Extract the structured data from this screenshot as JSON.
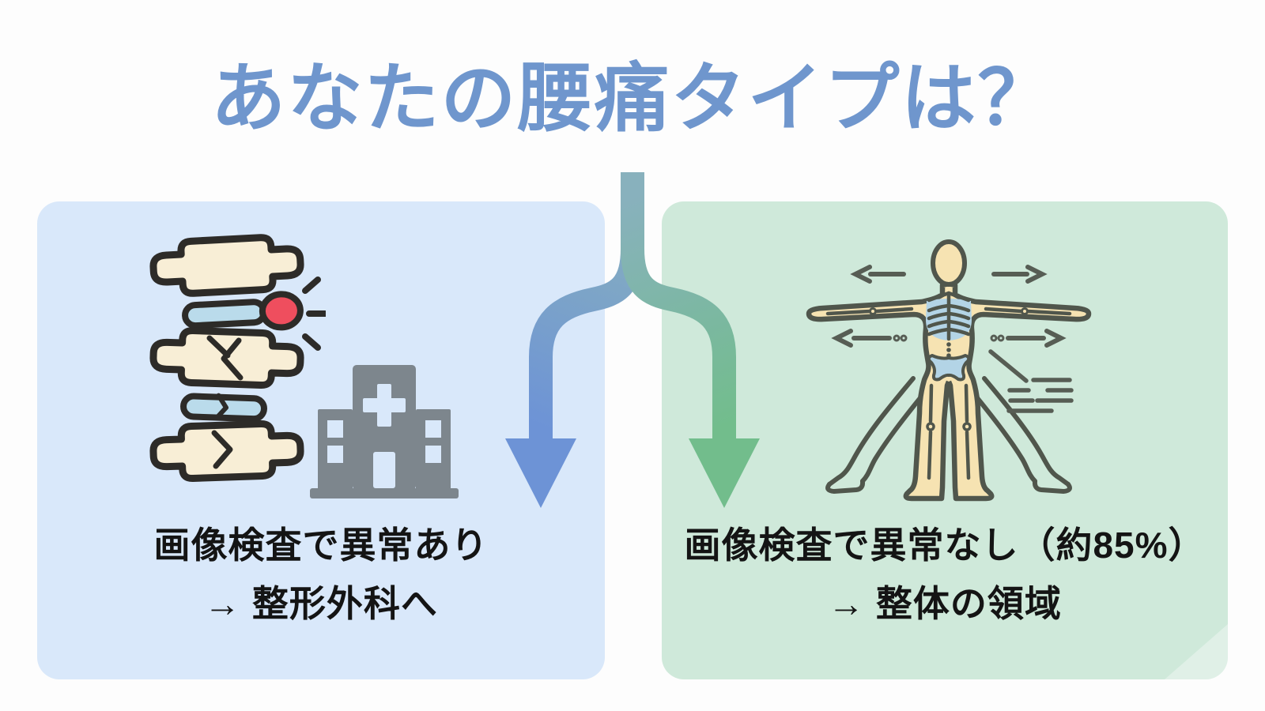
{
  "title": {
    "text": "あなたの腰痛タイプは？",
    "color": "#6f96cd"
  },
  "branch_arrow": {
    "stem_color": "#88b1bd",
    "left_branch_color": "#6d93d6",
    "right_branch_color": "#72bd8c"
  },
  "left_panel": {
    "background": "#d9e8fa",
    "icons": [
      "spine-hernia-icon",
      "hospital-icon"
    ],
    "text_line1": "画像検査で異常あり",
    "text_line2": "→ 整形外科へ"
  },
  "right_panel": {
    "background": "#cfe9da",
    "icons": [
      "body-balance-icon"
    ],
    "text_line1": "画像検査で異常なし（約85%）",
    "text_line2": "→ 整体の領域"
  }
}
